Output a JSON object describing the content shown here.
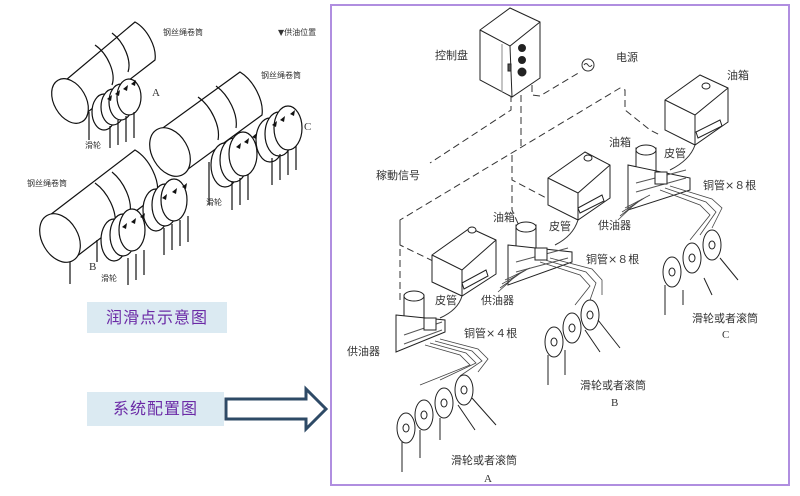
{
  "lubrication_diagram": {
    "legend": "▼供油位置",
    "drum_label": "钢丝绳卷筒",
    "pulley_label": "滑轮",
    "groups": [
      {
        "letter": "A",
        "drum_label": "钢丝绳卷筒",
        "pulley_label": "滑轮"
      },
      {
        "letter": "B",
        "drum_label": "钢丝绳卷筒",
        "pulley_label": "滑轮"
      },
      {
        "letter": "C",
        "drum_label": "钢丝绳卷筒",
        "pulley_label": "滑轮"
      }
    ]
  },
  "captions": {
    "lubrication_points": "润滑点示意图",
    "system_config": "系统配置图"
  },
  "system_diagram": {
    "control_panel": "控制盘",
    "power_source": "电源",
    "run_signal": "稼動信号",
    "units": [
      {
        "letter": "A",
        "oil_tank": "油箱",
        "hose": "皮管",
        "feeder": "供油器",
        "copper_pipe": "铜管×４根",
        "target": "滑轮或者滚筒"
      },
      {
        "letter": "B",
        "oil_tank": "油箱",
        "hose": "皮管",
        "feeder": "供油器",
        "copper_pipe": "铜管×８根",
        "target": "滑轮或者滚筒"
      },
      {
        "letter": "C",
        "oil_tank": "油箱",
        "hose": "皮管",
        "feeder": "供油器",
        "copper_pipe": "铜管×８根",
        "target": "滑轮或者滚筒"
      }
    ]
  },
  "colors": {
    "caption_bg": "#dbeaf2",
    "caption_text": "#6b2aa6",
    "frame_border": "#b08ee0",
    "arrow_stroke": "#2e4a66"
  }
}
